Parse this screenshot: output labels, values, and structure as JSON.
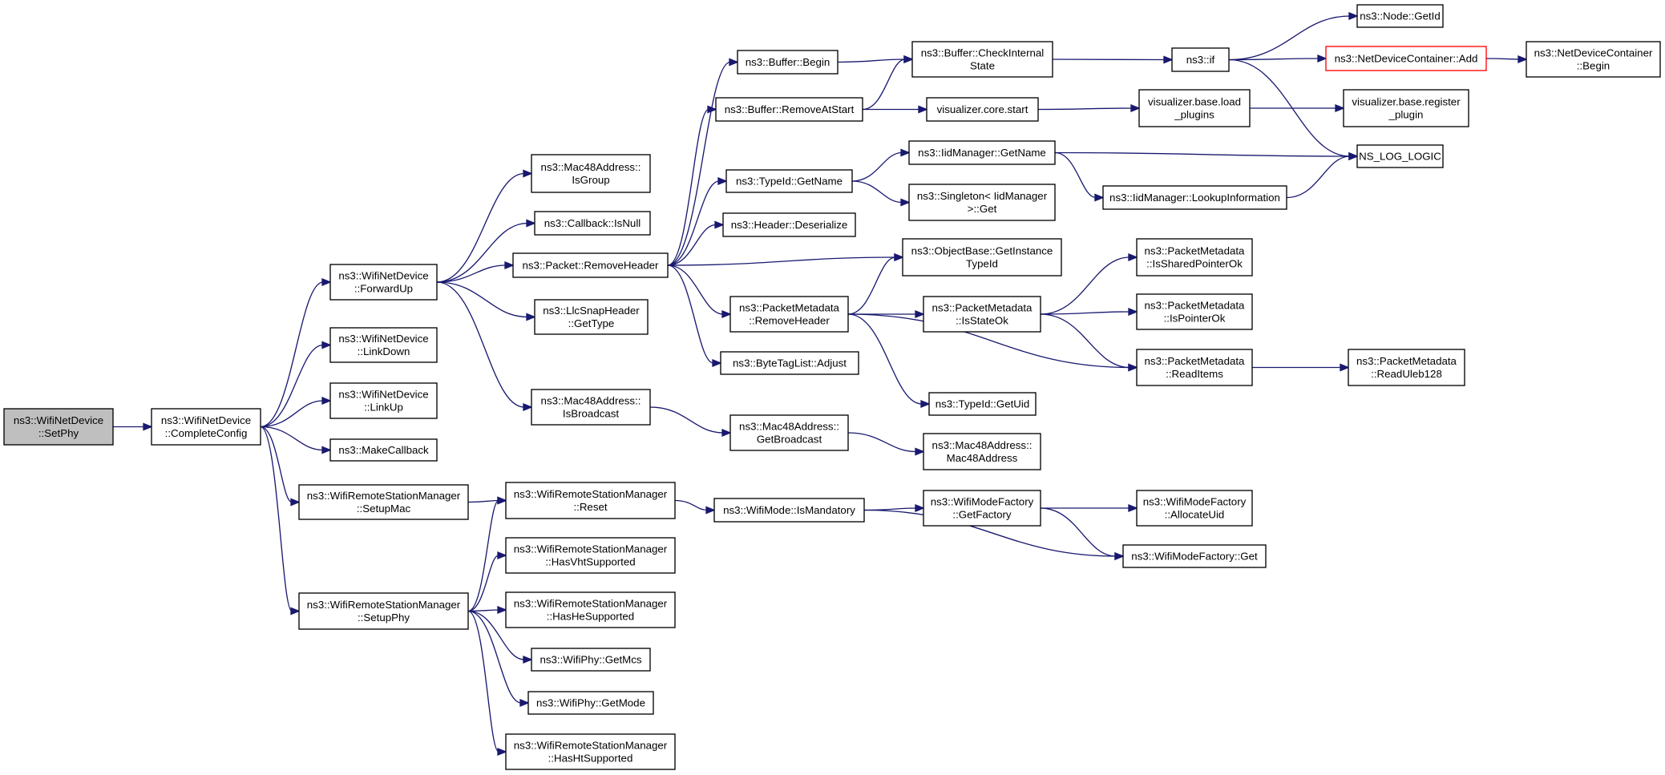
{
  "graph": {
    "colors": {
      "edge": "#191970",
      "root_fill": "#bfbfbf",
      "highlight_border": "#ff0000",
      "box_border": "#000000"
    },
    "nodes": [
      {
        "id": "n_setphy",
        "lines": [
          "ns3::WifiNetDevice",
          "::SetPhy"
        ],
        "style": "root"
      },
      {
        "id": "n_completeconfig",
        "lines": [
          "ns3::WifiNetDevice",
          "::CompleteConfig"
        ]
      },
      {
        "id": "n_forwardup",
        "lines": [
          "ns3::WifiNetDevice",
          "::ForwardUp"
        ]
      },
      {
        "id": "n_linkdown",
        "lines": [
          "ns3::WifiNetDevice",
          "::LinkDown"
        ]
      },
      {
        "id": "n_linkup",
        "lines": [
          "ns3::WifiNetDevice",
          "::LinkUp"
        ]
      },
      {
        "id": "n_makecallback",
        "lines": [
          "ns3::MakeCallback"
        ]
      },
      {
        "id": "n_setupmac",
        "lines": [
          "ns3::WifiRemoteStationManager",
          "::SetupMac"
        ]
      },
      {
        "id": "n_setupphy",
        "lines": [
          "ns3::WifiRemoteStationManager",
          "::SetupPhy"
        ]
      },
      {
        "id": "n_isgroup",
        "lines": [
          "ns3::Mac48Address::",
          "IsGroup"
        ]
      },
      {
        "id": "n_isnull",
        "lines": [
          "ns3::Callback::IsNull"
        ]
      },
      {
        "id": "n_removeheader",
        "lines": [
          "ns3::Packet::RemoveHeader"
        ]
      },
      {
        "id": "n_gettype",
        "lines": [
          "ns3::LlcSnapHeader",
          "::GetType"
        ]
      },
      {
        "id": "n_isbroadcast",
        "lines": [
          "ns3::Mac48Address::",
          "IsBroadcast"
        ]
      },
      {
        "id": "n_reset",
        "lines": [
          "ns3::WifiRemoteStationManager",
          "::Reset"
        ]
      },
      {
        "id": "n_hasvht",
        "lines": [
          "ns3::WifiRemoteStationManager",
          "::HasVhtSupported"
        ]
      },
      {
        "id": "n_hashe",
        "lines": [
          "ns3::WifiRemoteStationManager",
          "::HasHeSupported"
        ]
      },
      {
        "id": "n_getmcs",
        "lines": [
          "ns3::WifiPhy::GetMcs"
        ]
      },
      {
        "id": "n_getmode",
        "lines": [
          "ns3::WifiPhy::GetMode"
        ]
      },
      {
        "id": "n_hasht",
        "lines": [
          "ns3::WifiRemoteStationManager",
          "::HasHtSupported"
        ]
      },
      {
        "id": "n_bufbegin",
        "lines": [
          "ns3::Buffer::Begin"
        ]
      },
      {
        "id": "n_removeatstart",
        "lines": [
          "ns3::Buffer::RemoveAtStart"
        ]
      },
      {
        "id": "n_typeidgetname",
        "lines": [
          "ns3::TypeId::GetName"
        ]
      },
      {
        "id": "n_deserialize",
        "lines": [
          "ns3::Header::Deserialize"
        ]
      },
      {
        "id": "n_pmremoveheader",
        "lines": [
          "ns3::PacketMetadata",
          "::RemoveHeader"
        ]
      },
      {
        "id": "n_bytetagadjust",
        "lines": [
          "ns3::ByteTagList::Adjust"
        ]
      },
      {
        "id": "n_getbroadcast",
        "lines": [
          "ns3::Mac48Address::",
          "GetBroadcast"
        ]
      },
      {
        "id": "n_ismandatory",
        "lines": [
          "ns3::WifiMode::IsMandatory"
        ]
      },
      {
        "id": "n_checkinternal",
        "lines": [
          "ns3::Buffer::CheckInternal",
          "State"
        ]
      },
      {
        "id": "n_vizstart",
        "lines": [
          "visualizer.core.start"
        ]
      },
      {
        "id": "n_iidgetname",
        "lines": [
          "ns3::IidManager::GetName"
        ]
      },
      {
        "id": "n_singletonget",
        "lines": [
          "ns3::Singleton< IidManager",
          ">::Get"
        ]
      },
      {
        "id": "n_getinstancetypeid",
        "lines": [
          "ns3::ObjectBase::GetInstance",
          "TypeId"
        ]
      },
      {
        "id": "n_isstateok",
        "lines": [
          "ns3::PacketMetadata",
          "::IsStateOk"
        ]
      },
      {
        "id": "n_getuid",
        "lines": [
          "ns3::TypeId::GetUid"
        ]
      },
      {
        "id": "n_mac48address",
        "lines": [
          "ns3::Mac48Address::",
          "Mac48Address"
        ]
      },
      {
        "id": "n_getfactory",
        "lines": [
          "ns3::WifiModeFactory",
          "::GetFactory"
        ]
      },
      {
        "id": "n_if",
        "lines": [
          "ns3::if"
        ]
      },
      {
        "id": "n_loadplugins",
        "lines": [
          "visualizer.base.load",
          "_plugins"
        ]
      },
      {
        "id": "n_lookupinfo",
        "lines": [
          "ns3::IidManager::LookupInformation"
        ]
      },
      {
        "id": "n_issharedptr",
        "lines": [
          "ns3::PacketMetadata",
          "::IsSharedPointerOk"
        ]
      },
      {
        "id": "n_ispointerok",
        "lines": [
          "ns3::PacketMetadata",
          "::IsPointerOk"
        ]
      },
      {
        "id": "n_readitems",
        "lines": [
          "ns3::PacketMetadata",
          "::ReadItems"
        ]
      },
      {
        "id": "n_allocateuid",
        "lines": [
          "ns3::WifiModeFactory",
          "::AllocateUid"
        ]
      },
      {
        "id": "n_wmfget",
        "lines": [
          "ns3::WifiModeFactory::Get"
        ]
      },
      {
        "id": "n_nodegetid",
        "lines": [
          "ns3::Node::GetId"
        ]
      },
      {
        "id": "n_ndcadd",
        "lines": [
          "ns3::NetDeviceContainer::Add"
        ],
        "style": "highlight"
      },
      {
        "id": "n_ndcbegin",
        "lines": [
          "ns3::NetDeviceContainer",
          "::Begin"
        ]
      },
      {
        "id": "n_registerplugin",
        "lines": [
          "visualizer.base.register",
          "_plugin"
        ]
      },
      {
        "id": "n_nslog",
        "lines": [
          "NS_LOG_LOGIC"
        ]
      },
      {
        "id": "n_readuleb",
        "lines": [
          "ns3::PacketMetadata",
          "::ReadUleb128"
        ]
      }
    ]
  }
}
